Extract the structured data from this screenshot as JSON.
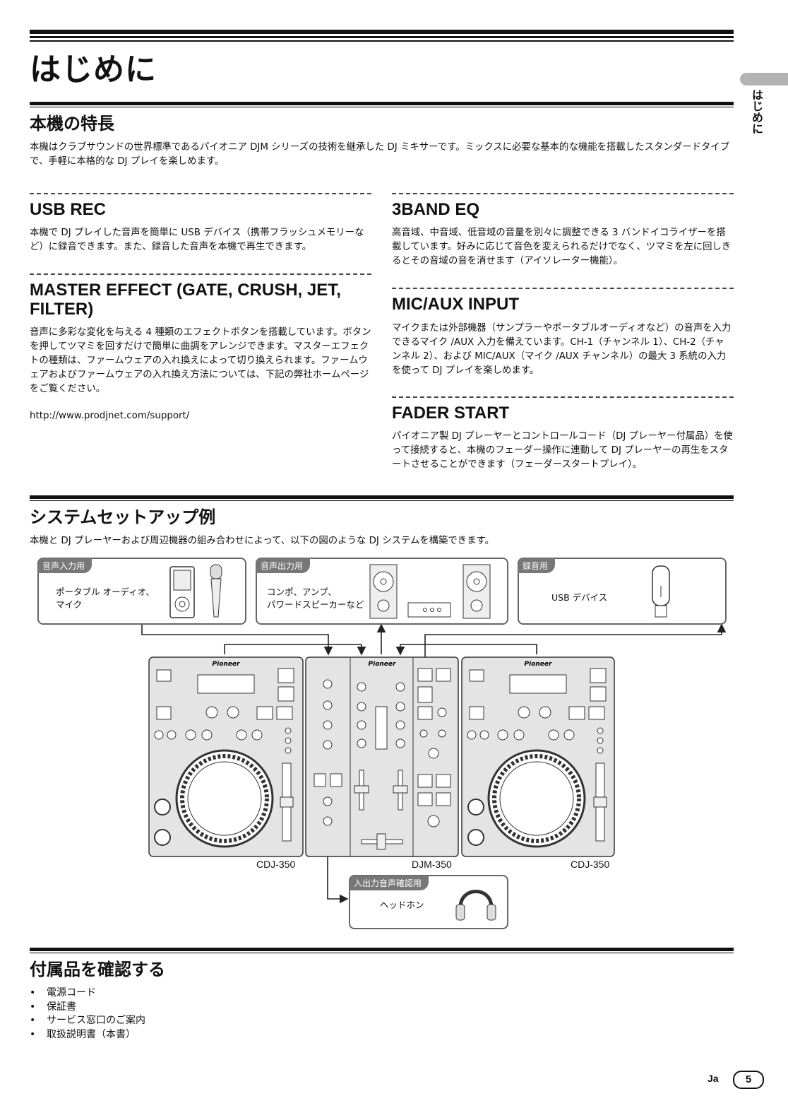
{
  "page_title": "はじめに",
  "side_tab_label": "はじめに",
  "features": {
    "heading": "本機の特長",
    "intro": "本機はクラブサウンドの世界標準であるパイオニア DJM シリーズの技術を継承した DJ ミキサーです。ミックスに必要な基本的な機能を搭載したスタンダードタイプで、手軽に本格的な DJ プレイを楽しめます。",
    "usb_rec": {
      "title": "USB REC",
      "body": "本機で DJ プレイした音声を簡単に USB デバイス（携帯フラッシュメモリーなど）に録音できます。また、録音した音声を本機で再生できます。"
    },
    "master_effect": {
      "title": "MASTER EFFECT (GATE, CRUSH, JET, FILTER)",
      "body": "音声に多彩な変化を与える 4 種類のエフェクトボタンを搭載しています。ボタンを押してツマミを回すだけで簡単に曲調をアレンジできます。マスターエフェクトの種類は、ファームウェアの入れ換えによって切り換えられます。ファームウェアおよびファームウェアの入れ換え方法については、下記の弊社ホームページをご覧ください。",
      "url": "http://www.prodjnet.com/support/"
    },
    "eq": {
      "title": "3BAND EQ",
      "body": "高音域、中音域、低音域の音量を別々に調整できる 3 バンドイコライザーを搭載しています。好みに応じて音色を変えられるだけでなく、ツマミを左に回しきるとその音域の音を消せます（アイソレーター機能）。"
    },
    "mic_aux": {
      "title": "MIC/AUX INPUT",
      "body": "マイクまたは外部機器（サンプラーやポータブルオーディオなど）の音声を入力できるマイク /AUX 入力を備えています。CH-1（チャンネル 1）、CH-2（チャンネル 2）、および MIC/AUX（マイク /AUX チャンネル）の最大 3 系統の入力を使って DJ プレイを楽しめます。"
    },
    "fader_start": {
      "title": "FADER START",
      "body": "パイオニア製 DJ プレーヤーとコントロールコード（DJ プレーヤー付属品）を使って接続すると、本機のフェーダー操作に連動して DJ プレーヤーの再生をスタートさせることができます（フェーダースタートプレイ）。"
    }
  },
  "system": {
    "heading": "システムセットアップ例",
    "intro": "本機と DJ プレーヤーおよび周辺機器の組み合わせによって、以下の図のような DJ システムを構築できます。",
    "audio_in": {
      "tag": "音声入力用",
      "line1": "ポータブル オーディオ、",
      "line2": "マイク"
    },
    "audio_out": {
      "tag": "音声出力用",
      "line1": "コンポ、アンプ、",
      "line2": "パワードスピーカーなど"
    },
    "recording": {
      "tag": "録音用",
      "text": "USB デバイス"
    },
    "monitor": {
      "tag": "入出力音声確認用",
      "text": "ヘッドホン"
    },
    "brand": "Pioneer",
    "left_player": "CDJ-350",
    "mixer": "DJM-350",
    "right_player": "CDJ-350"
  },
  "accessories": {
    "heading": "付属品を確認する",
    "items": [
      "電源コード",
      "保証書",
      "サービス窓口のご案内",
      "取扱説明書（本書）"
    ]
  },
  "footer": {
    "lang": "Ja",
    "page": "5"
  }
}
